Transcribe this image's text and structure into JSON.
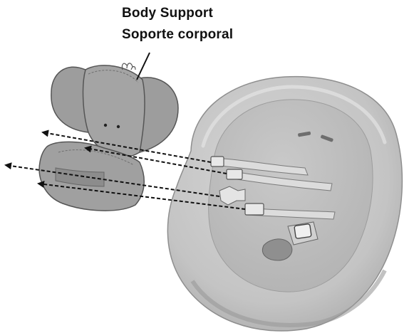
{
  "callout": {
    "label_en": "Body Support",
    "label_es": "Soporte corporal"
  },
  "parts": {
    "body_support": "elephant-shaped body support pad",
    "seat": "infant seat with harness straps"
  },
  "colors": {
    "pad_fill": "#9a9a9a",
    "pad_stroke": "#555555",
    "seat_fill": "#c7c7c7",
    "seat_shadow": "#a9a9a9",
    "strap_fill": "#d9d9d9",
    "arrow": "#111111"
  }
}
